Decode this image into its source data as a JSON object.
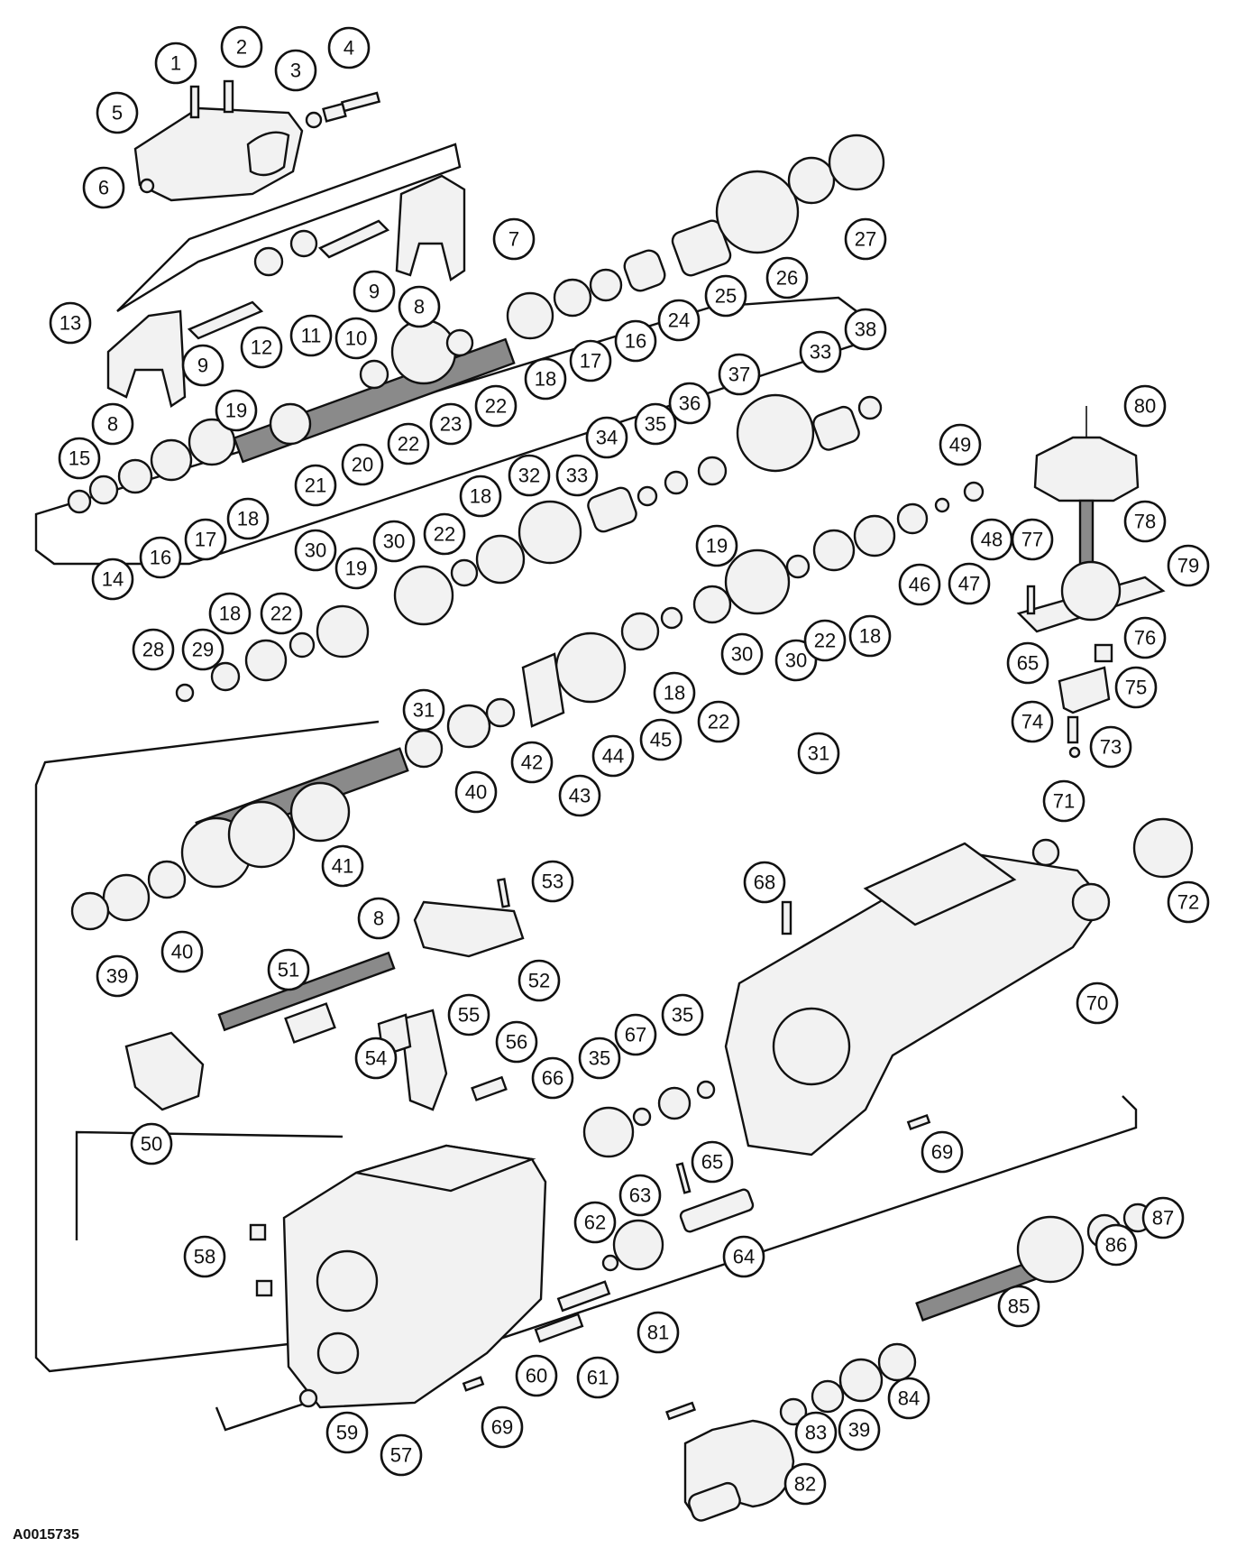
{
  "figure_id": "A0015735",
  "callouts": [
    "1",
    "2",
    "3",
    "4",
    "5",
    "6",
    "7",
    "8",
    "9",
    "9",
    "10",
    "11",
    "12",
    "13",
    "8",
    "14",
    "15",
    "16",
    "17",
    "18",
    "19",
    "20",
    "21",
    "22",
    "22",
    "23",
    "16",
    "17",
    "18",
    "24",
    "25",
    "26",
    "27",
    "28",
    "29",
    "18",
    "22",
    "30",
    "19",
    "30",
    "31",
    "22",
    "18",
    "32",
    "33",
    "34",
    "35",
    "36",
    "37",
    "33",
    "38",
    "49",
    "80",
    "77",
    "78",
    "79",
    "19",
    "30",
    "30",
    "22",
    "18",
    "46",
    "47",
    "48",
    "65",
    "76",
    "75",
    "74",
    "73",
    "39",
    "40",
    "41",
    "40",
    "42",
    "43",
    "44",
    "45",
    "18",
    "22",
    "31",
    "8",
    "53",
    "52",
    "51",
    "50",
    "54",
    "55",
    "56",
    "66",
    "35",
    "67",
    "35",
    "68",
    "70",
    "71",
    "72",
    "69",
    "58",
    "57",
    "59",
    "60",
    "61",
    "62",
    "63",
    "65",
    "64",
    "69",
    "81",
    "82",
    "83",
    "39",
    "84",
    "85",
    "86",
    "87"
  ]
}
